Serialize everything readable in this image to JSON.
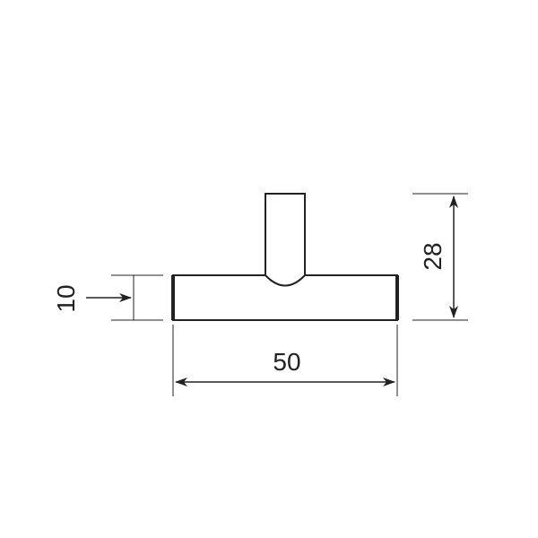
{
  "dimensions": {
    "width": "50",
    "height": "28",
    "thickness": "10"
  },
  "colors": {
    "line": "#222222",
    "background": "#ffffff"
  }
}
